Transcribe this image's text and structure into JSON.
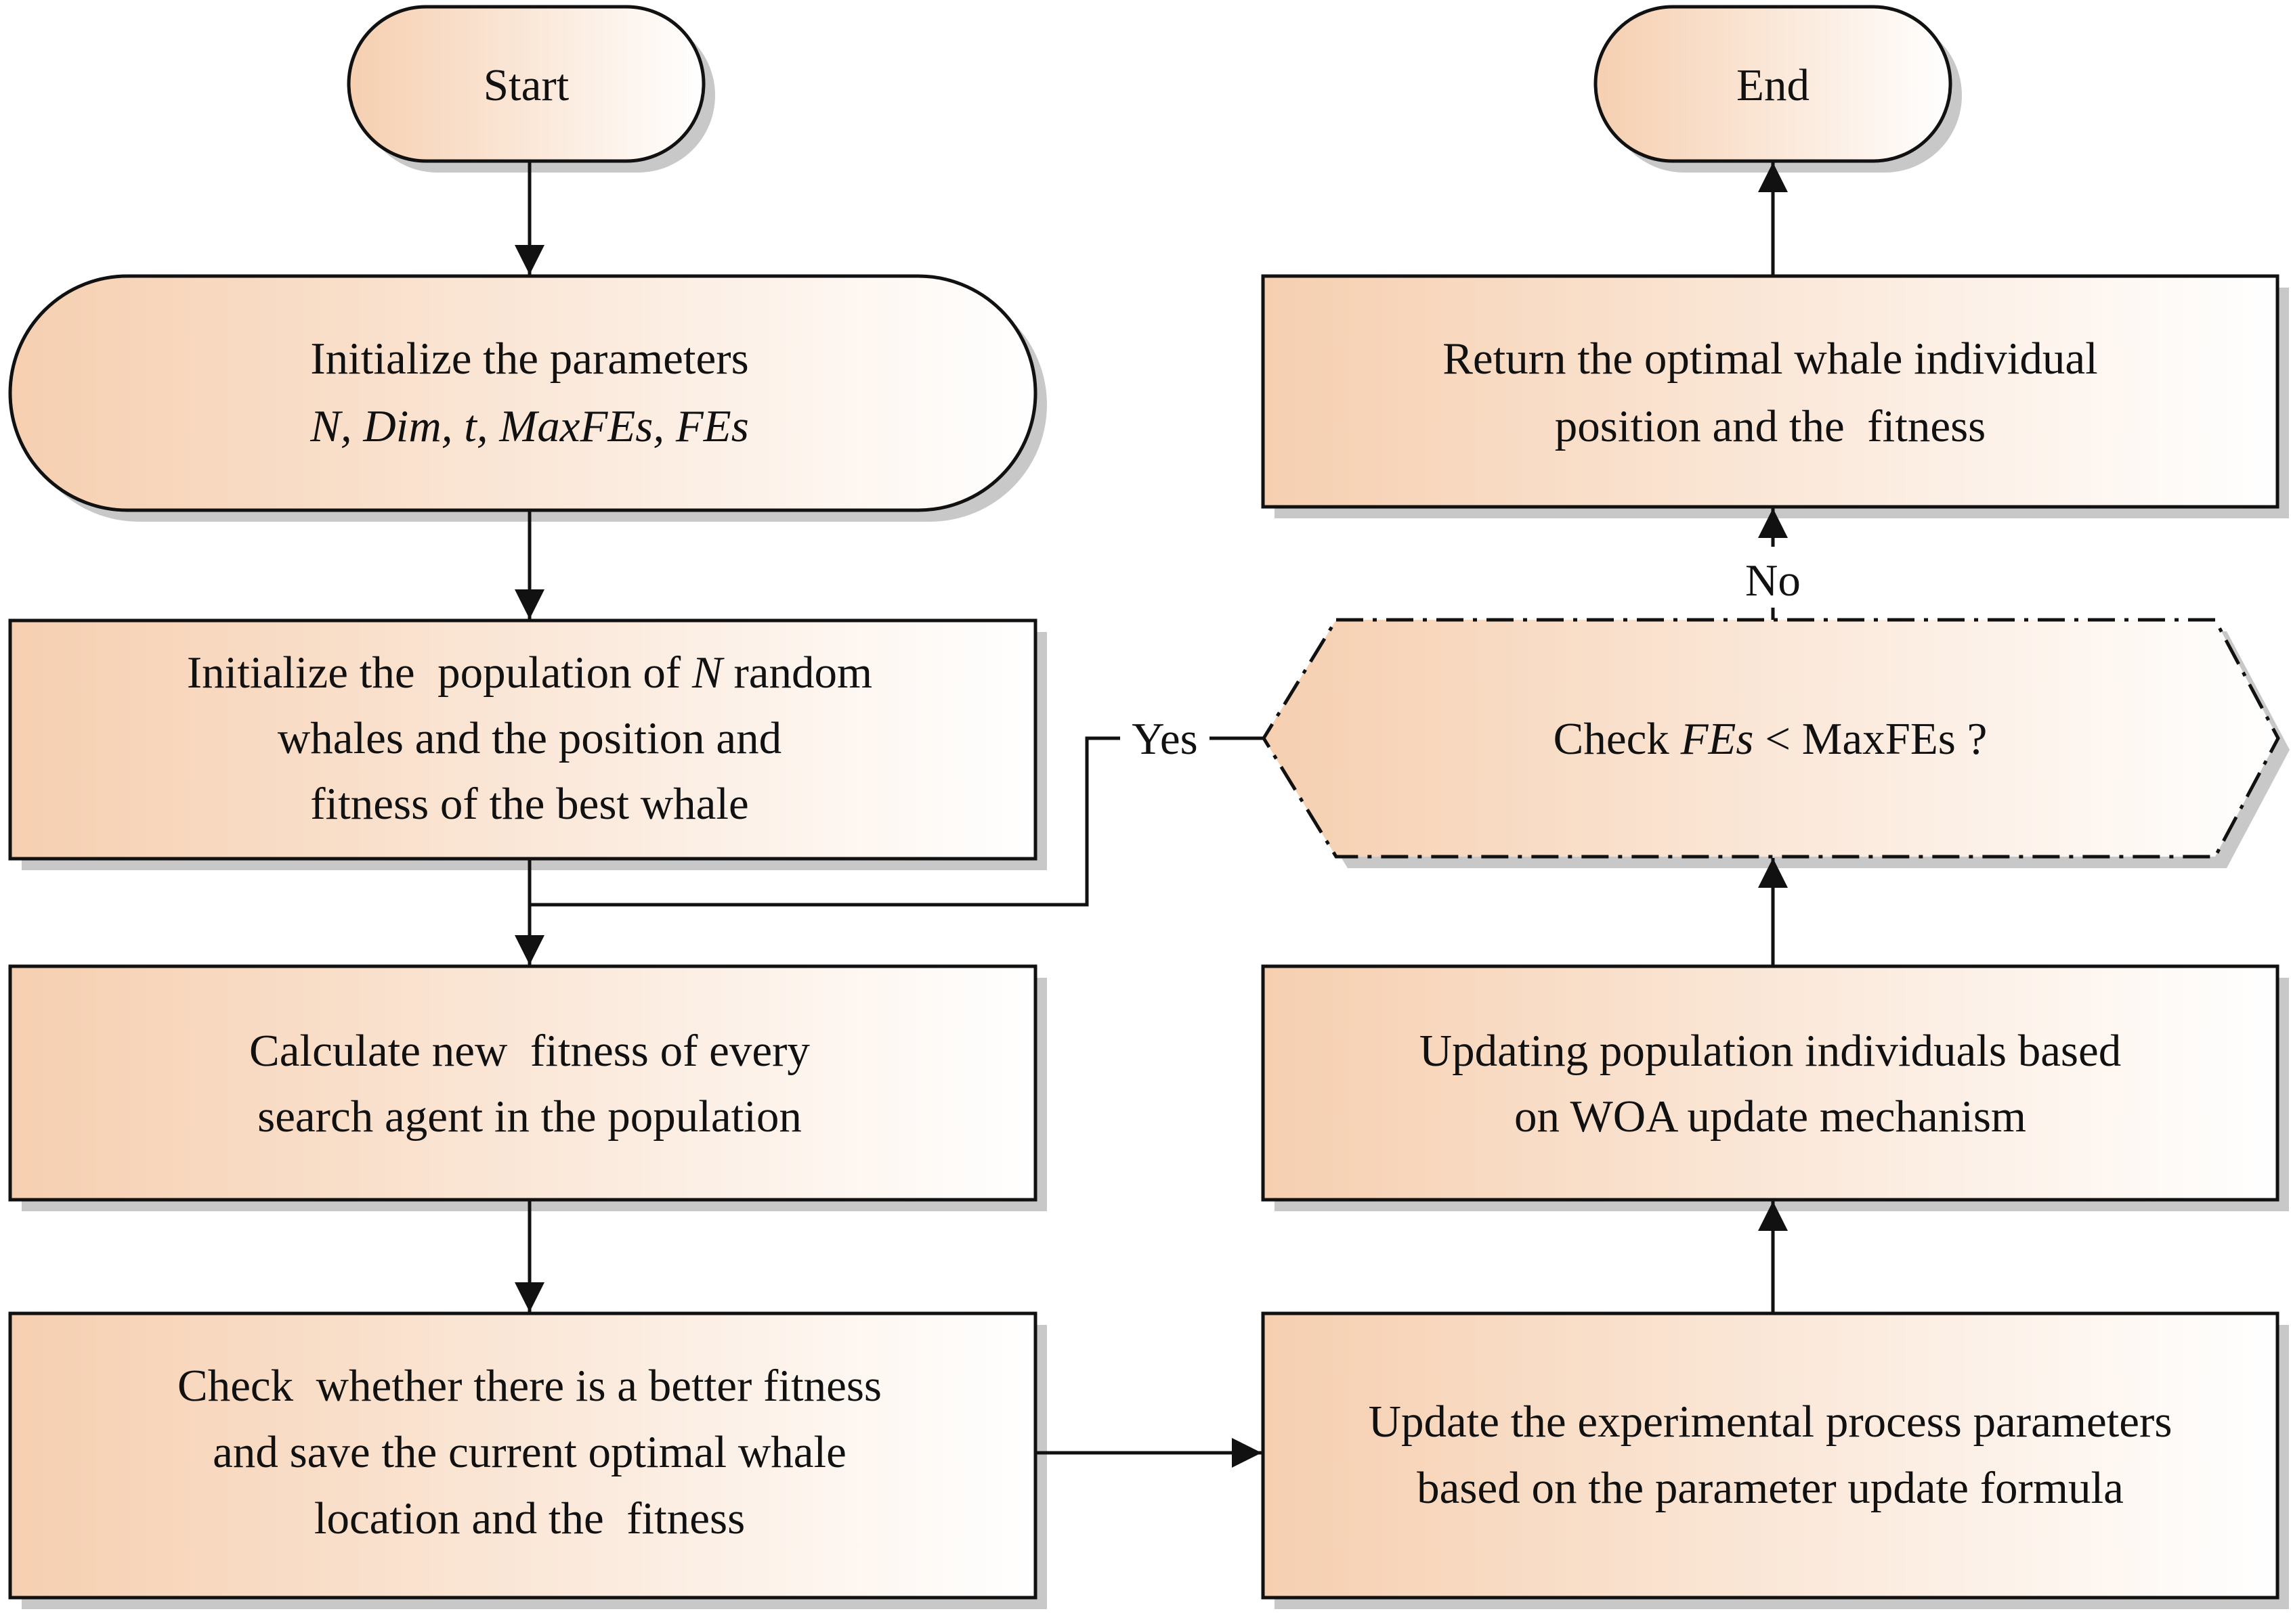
{
  "nodes": {
    "start": {
      "label": "Start"
    },
    "init_params": {
      "line1": "Initialize the parameters",
      "line2": "N, Dim, t, MaxFEs, FEs"
    },
    "init_population": {
      "line1_a": "Initialize the  population of ",
      "line1_var": "N",
      "line1_b": " random",
      "line2": "whales and the position and",
      "line3": "fitness of the best whale"
    },
    "calc_fitness": {
      "line1": "Calculate new  fitness of every",
      "line2": "search agent in the population"
    },
    "check_better": {
      "line1": "Check  whether there is a better fitness",
      "line2": "and save the current optimal whale",
      "line3": "location and the  fitness"
    },
    "update_params": {
      "line1": "Update the experimental process parameters",
      "line2": "based on the parameter update formula"
    },
    "woa_update": {
      "line1": "Updating population individuals based",
      "line2": "on WOA update mechanism"
    },
    "decision": {
      "prefix": "Check ",
      "var": "FEs",
      "suffix": " < MaxFEs ?"
    },
    "return_optimal": {
      "line1": "Return the optimal whale individual",
      "line2": "position and the  fitness"
    },
    "end": {
      "label": "End"
    }
  },
  "edges": {
    "yes_label": "Yes",
    "no_label": "No"
  },
  "colors": {
    "fill_dark": "#f6cfb0",
    "fill_light": "#ffffff",
    "stroke": "#111111",
    "shadow": "#c8c8c8"
  }
}
